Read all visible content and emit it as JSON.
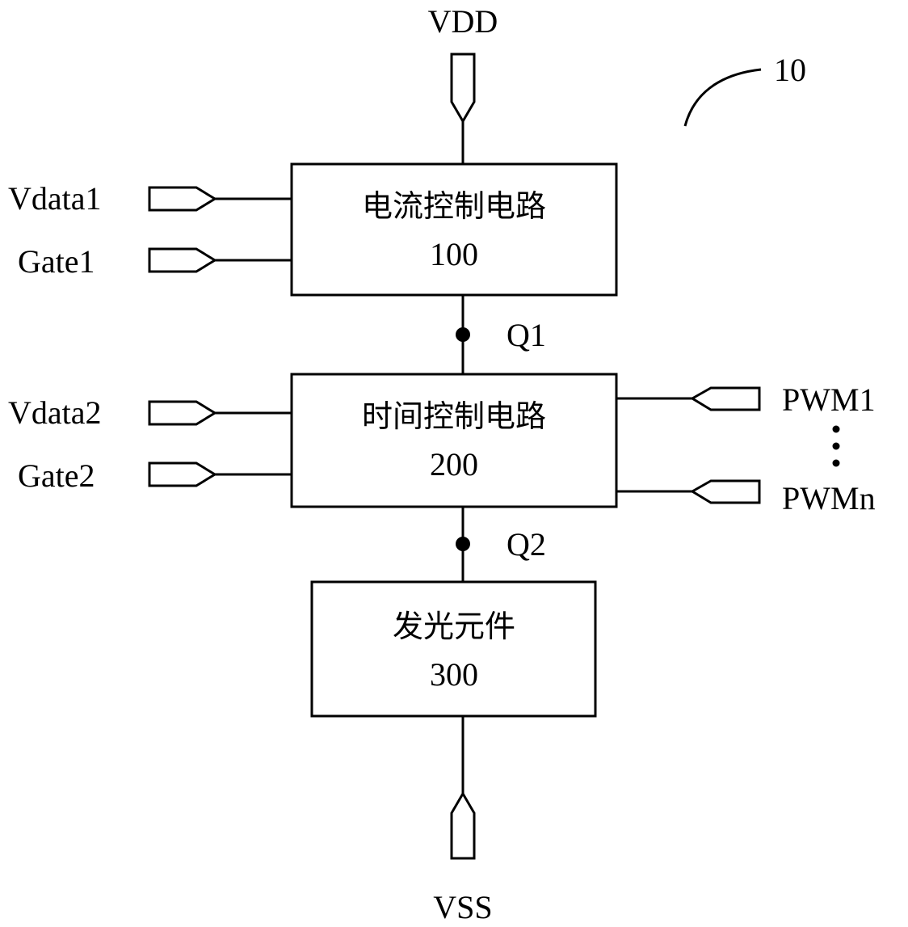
{
  "diagram": {
    "ref_number": "10",
    "supply": {
      "top": "VDD",
      "bottom": "VSS"
    },
    "blocks": [
      {
        "id": "current",
        "name": "电流控制电路",
        "number": "100"
      },
      {
        "id": "time",
        "name": "时间控制电路",
        "number": "200"
      },
      {
        "id": "light",
        "name": "发光元件",
        "number": "300"
      }
    ],
    "inputs_left": [
      "Vdata1",
      "Gate1",
      "Vdata2",
      "Gate2"
    ],
    "inputs_right": [
      "PWM1",
      "PWMn"
    ],
    "nodes": [
      "Q1",
      "Q2"
    ]
  }
}
